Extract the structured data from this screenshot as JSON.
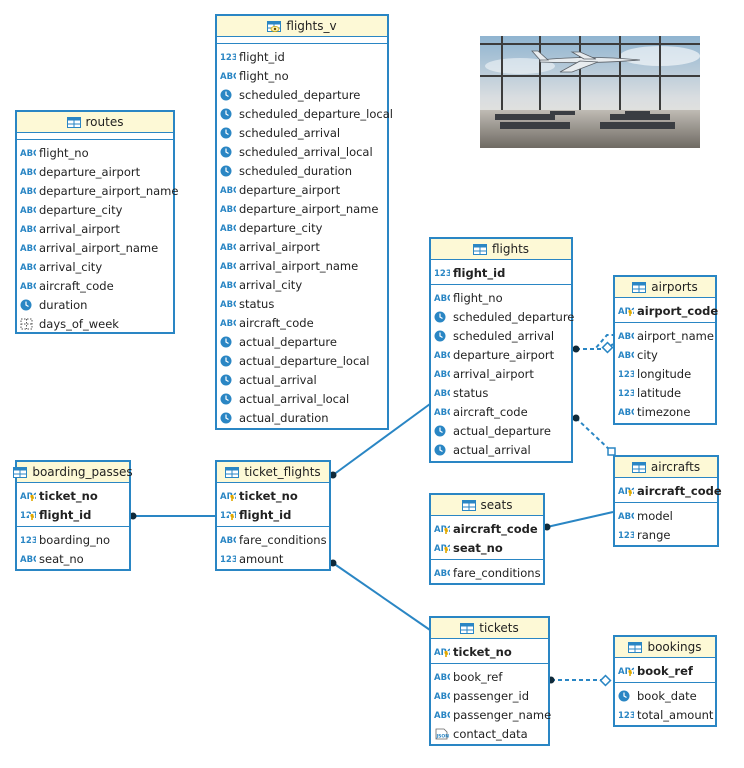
{
  "entities": {
    "routes": {
      "title": "routes",
      "columns": [
        {
          "name": "flight_no",
          "type": "abc"
        },
        {
          "name": "departure_airport",
          "type": "abc"
        },
        {
          "name": "departure_airport_name",
          "type": "abc"
        },
        {
          "name": "departure_city",
          "type": "abc"
        },
        {
          "name": "arrival_airport",
          "type": "abc"
        },
        {
          "name": "arrival_airport_name",
          "type": "abc"
        },
        {
          "name": "arrival_city",
          "type": "abc"
        },
        {
          "name": "aircraft_code",
          "type": "abc"
        },
        {
          "name": "duration",
          "type": "clock"
        },
        {
          "name": "days_of_week",
          "type": "array"
        }
      ]
    },
    "flights_v": {
      "title": "flights_v",
      "columns": [
        {
          "name": "flight_id",
          "type": "num"
        },
        {
          "name": "flight_no",
          "type": "abc"
        },
        {
          "name": "scheduled_departure",
          "type": "clock"
        },
        {
          "name": "scheduled_departure_local",
          "type": "clock"
        },
        {
          "name": "scheduled_arrival",
          "type": "clock"
        },
        {
          "name": "scheduled_arrival_local",
          "type": "clock"
        },
        {
          "name": "scheduled_duration",
          "type": "clock"
        },
        {
          "name": "departure_airport",
          "type": "abc"
        },
        {
          "name": "departure_airport_name",
          "type": "abc"
        },
        {
          "name": "departure_city",
          "type": "abc"
        },
        {
          "name": "arrival_airport",
          "type": "abc"
        },
        {
          "name": "arrival_airport_name",
          "type": "abc"
        },
        {
          "name": "arrival_city",
          "type": "abc"
        },
        {
          "name": "status",
          "type": "abc"
        },
        {
          "name": "aircraft_code",
          "type": "abc"
        },
        {
          "name": "actual_departure",
          "type": "clock"
        },
        {
          "name": "actual_departure_local",
          "type": "clock"
        },
        {
          "name": "actual_arrival",
          "type": "clock"
        },
        {
          "name": "actual_arrival_local",
          "type": "clock"
        },
        {
          "name": "actual_duration",
          "type": "clock"
        }
      ]
    },
    "flights": {
      "title": "flights",
      "keys": [
        {
          "name": "flight_id",
          "type": "num"
        }
      ],
      "columns": [
        {
          "name": "flight_no",
          "type": "abc"
        },
        {
          "name": "scheduled_departure",
          "type": "clock"
        },
        {
          "name": "scheduled_arrival",
          "type": "clock"
        },
        {
          "name": "departure_airport",
          "type": "abc"
        },
        {
          "name": "arrival_airport",
          "type": "abc"
        },
        {
          "name": "status",
          "type": "abc"
        },
        {
          "name": "aircraft_code",
          "type": "abc"
        },
        {
          "name": "actual_departure",
          "type": "clock"
        },
        {
          "name": "actual_arrival",
          "type": "clock"
        }
      ]
    },
    "airports": {
      "title": "airports",
      "keys": [
        {
          "name": "airport_code",
          "type": "abc-key"
        }
      ],
      "columns": [
        {
          "name": "airport_name",
          "type": "abc"
        },
        {
          "name": "city",
          "type": "abc"
        },
        {
          "name": "longitude",
          "type": "num"
        },
        {
          "name": "latitude",
          "type": "num"
        },
        {
          "name": "timezone",
          "type": "abc"
        }
      ]
    },
    "aircrafts": {
      "title": "aircrafts",
      "keys": [
        {
          "name": "aircraft_code",
          "type": "abc-key"
        }
      ],
      "columns": [
        {
          "name": "model",
          "type": "abc"
        },
        {
          "name": "range",
          "type": "num"
        }
      ]
    },
    "seats": {
      "title": "seats",
      "keys": [
        {
          "name": "aircraft_code",
          "type": "abc-key"
        },
        {
          "name": "seat_no",
          "type": "abc-key"
        }
      ],
      "columns": [
        {
          "name": "fare_conditions",
          "type": "abc"
        }
      ]
    },
    "boarding_passes": {
      "title": "boarding_passes",
      "keys": [
        {
          "name": "ticket_no",
          "type": "abc-key"
        },
        {
          "name": "flight_id",
          "type": "num-key"
        }
      ],
      "columns": [
        {
          "name": "boarding_no",
          "type": "num"
        },
        {
          "name": "seat_no",
          "type": "abc"
        }
      ]
    },
    "ticket_flights": {
      "title": "ticket_flights",
      "keys": [
        {
          "name": "ticket_no",
          "type": "abc-key"
        },
        {
          "name": "flight_id",
          "type": "num-key"
        }
      ],
      "columns": [
        {
          "name": "fare_conditions",
          "type": "abc"
        },
        {
          "name": "amount",
          "type": "num"
        }
      ]
    },
    "tickets": {
      "title": "tickets",
      "keys": [
        {
          "name": "ticket_no",
          "type": "abc-key"
        }
      ],
      "columns": [
        {
          "name": "book_ref",
          "type": "abc"
        },
        {
          "name": "passenger_id",
          "type": "abc"
        },
        {
          "name": "passenger_name",
          "type": "abc"
        },
        {
          "name": "contact_data",
          "type": "json"
        }
      ]
    },
    "bookings": {
      "title": "bookings",
      "keys": [
        {
          "name": "book_ref",
          "type": "abc-key"
        }
      ],
      "columns": [
        {
          "name": "book_date",
          "type": "clock"
        },
        {
          "name": "total_amount",
          "type": "num"
        }
      ]
    }
  },
  "colors": {
    "border": "#2a86c4",
    "header": "#fdf9d6",
    "icon": "#2a86c4"
  }
}
